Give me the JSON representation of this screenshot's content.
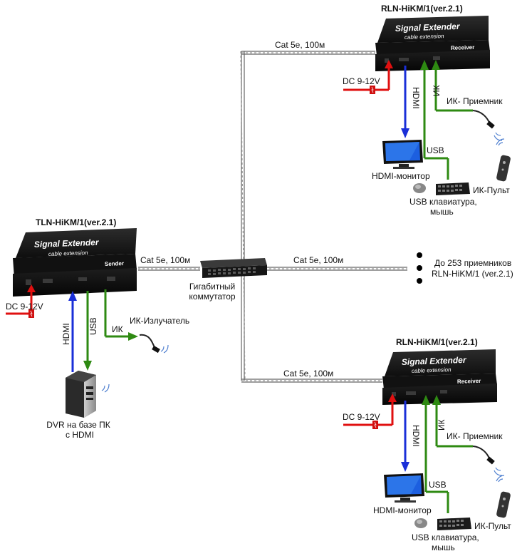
{
  "sender": {
    "title": "TLN-HiKM/1(ver.2.1)",
    "brand": "Signal Extender",
    "subtitle": "cable extension",
    "mode": "Sender",
    "power": "DC 9-12V",
    "hdmi": "HDMI",
    "usb": "USB",
    "ir": "ИК",
    "ir_device": "ИК-Излучатель",
    "source": [
      "DVR на базе ПК",
      "с HDMI"
    ],
    "cable": "Cat 5e, 100м"
  },
  "switch": {
    "label": [
      "Гигабитный",
      "коммутатор"
    ]
  },
  "middle_link": {
    "cable": "Cat 5e, 100м",
    "note": [
      "До 253 приемников",
      "RLN-HiKM/1 (ver.2.1)"
    ]
  },
  "receiver_top": {
    "title": "RLN-HiKM/1(ver.2.1)",
    "brand": "Signal Extender",
    "subtitle": "cable extension",
    "mode": "Receiver",
    "power": "DC 9-12V",
    "hdmi": "HDMI",
    "ir": "ИК",
    "ir_device": "ИК- Приемник",
    "usb": "USB",
    "monitor": "HDMI-монитор",
    "remote": "ИК-Пульт",
    "keyboard": [
      "USB клавиатура,",
      "мышь"
    ],
    "cable": "Cat 5e, 100м"
  },
  "receiver_bottom": {
    "title": "RLN-HiKM/1(ver.2.1)",
    "brand": "Signal Extender",
    "subtitle": "cable extension",
    "mode": "Receiver",
    "power": "DC 9-12V",
    "hdmi": "HDMI",
    "ir": "ИК",
    "ir_device": "ИК- Приемник",
    "usb": "USB",
    "monitor": "HDMI-монитор",
    "remote": "ИК-Пульт",
    "keyboard": [
      "USB клавиатура,",
      "мышь"
    ],
    "cable": "Cat 5e, 100м"
  },
  "colors": {
    "power": "#e01010",
    "hdmi": "#1a2fd8",
    "usb_ir": "#2e8a12",
    "device": "#1b1b1b",
    "cable": "#555555"
  }
}
